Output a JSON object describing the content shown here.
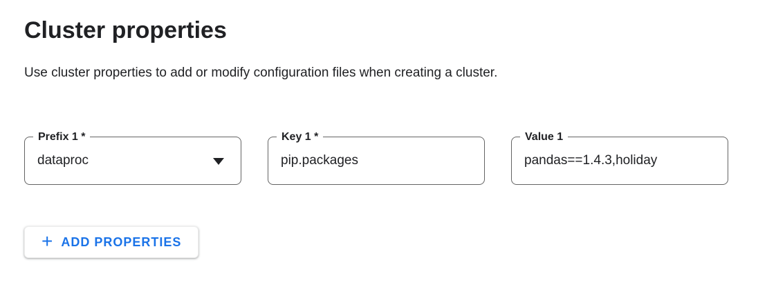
{
  "page": {
    "title": "Cluster properties",
    "subtitle": "Use cluster properties to add or modify configuration files when creating a cluster."
  },
  "fields": [
    {
      "label": "Prefix 1 *",
      "value": "dataproc",
      "type": "select"
    },
    {
      "label": "Key 1 *",
      "value": "pip.packages",
      "type": "text"
    },
    {
      "label": "Value 1",
      "value": "pandas==1.4.3,holiday",
      "type": "text"
    }
  ],
  "actions": {
    "add_properties_label": "ADD PROPERTIES"
  },
  "icons": {
    "plus": "+",
    "dropdown": "caret-down"
  },
  "colors": {
    "accent": "#1a73e8",
    "text_primary": "#202124",
    "field_border": "#636363"
  }
}
